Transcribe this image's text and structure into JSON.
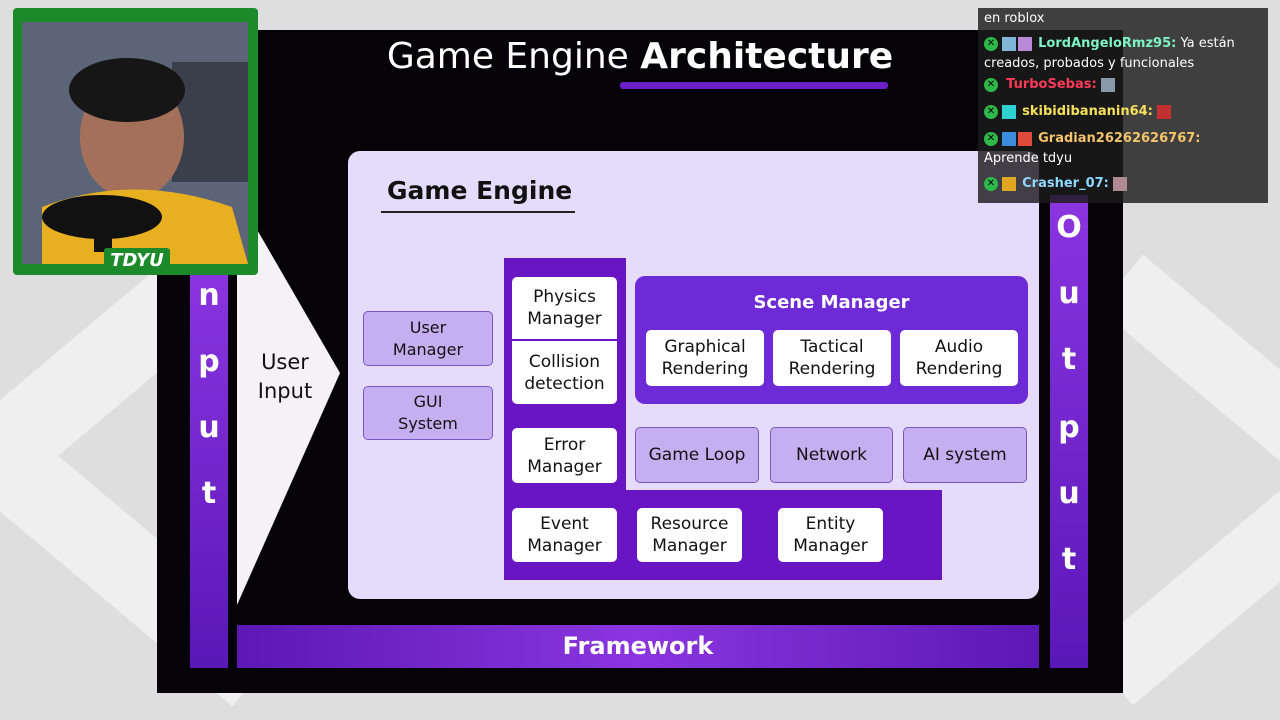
{
  "title": {
    "light": "Game Engine",
    "bold": "Architecture"
  },
  "input_letters": [
    "n",
    "p",
    "u",
    "t"
  ],
  "output_letters": [
    "O",
    "u",
    "t",
    "p",
    "u",
    "t"
  ],
  "framework": "Framework",
  "user_input": {
    "line1": "User",
    "line2": "Input"
  },
  "engine": {
    "title": "Game Engine",
    "user_manager": {
      "line1": "User",
      "line2": "Manager"
    },
    "gui_system": {
      "line1": "GUI",
      "line2": "System"
    },
    "physics_manager": {
      "line1": "Physics",
      "line2": "Manager"
    },
    "collision_detection": {
      "line1": "Collision",
      "line2": "detection"
    },
    "error_manager": {
      "line1": "Error",
      "line2": "Manager"
    },
    "scene_manager": {
      "title": "Scene Manager",
      "graphical": {
        "line1": "Graphical",
        "line2": "Rendering"
      },
      "tactical": {
        "line1": "Tactical",
        "line2": "Rendering"
      },
      "audio": {
        "line1": "Audio",
        "line2": "Rendering"
      }
    },
    "game_loop": "Game Loop",
    "network": "Network",
    "ai_system": "AI system",
    "event_manager": {
      "line1": "Event",
      "line2": "Manager"
    },
    "resource_manager": {
      "line1": "Resource",
      "line2": "Manager"
    },
    "entity_manager": {
      "line1": "Entity",
      "line2": "Manager"
    }
  },
  "webcam": {
    "label": "TDYU"
  },
  "chat": {
    "top_text": "en roblox",
    "messages": [
      {
        "user": "LordAngeloRmz95:",
        "user_color": "#7ef3c6",
        "text": "Ya están",
        "cont": "creados, probados y funcionales"
      },
      {
        "user": "TurboSebas:",
        "user_color": "#ff3b58",
        "text": ""
      },
      {
        "user": "skibidibananin64:",
        "user_color": "#f6e05a",
        "text": ""
      },
      {
        "user": "Gradian26262626767:",
        "user_color": "#f5c46a",
        "text": "",
        "cont": "Aprende tdyu"
      },
      {
        "user": "Crasher_07:",
        "user_color": "#8fd8ff",
        "text": ""
      }
    ]
  },
  "colors": {
    "accent_purple": "#6a15c4",
    "engine_bg": "#e5dcfb",
    "webcam_green": "#1c8a2a"
  }
}
